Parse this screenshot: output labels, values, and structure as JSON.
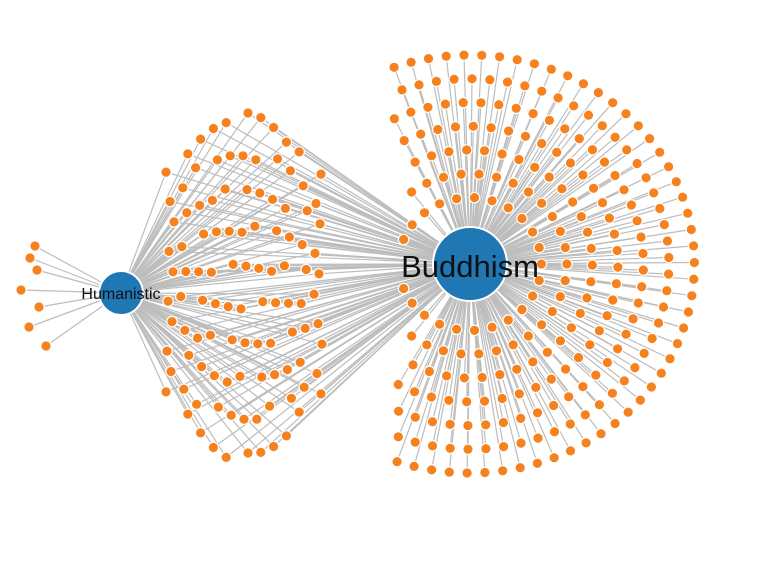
{
  "graph": {
    "hubs": [
      {
        "id": "buddhism",
        "label": "Buddhism",
        "color": "#1f77b4"
      },
      {
        "id": "humanistic",
        "label": "Humanistic",
        "color": "#1f77b4"
      }
    ],
    "leaf_color": "#f5821f",
    "edge_color": "#bdbdbd",
    "leaf_groups": [
      {
        "hubs": [
          "humanistic"
        ],
        "count": 7
      },
      {
        "hubs": [
          "humanistic",
          "buddhism"
        ],
        "count": 110
      },
      {
        "hubs": [
          "buddhism"
        ],
        "count": 310
      }
    ]
  }
}
